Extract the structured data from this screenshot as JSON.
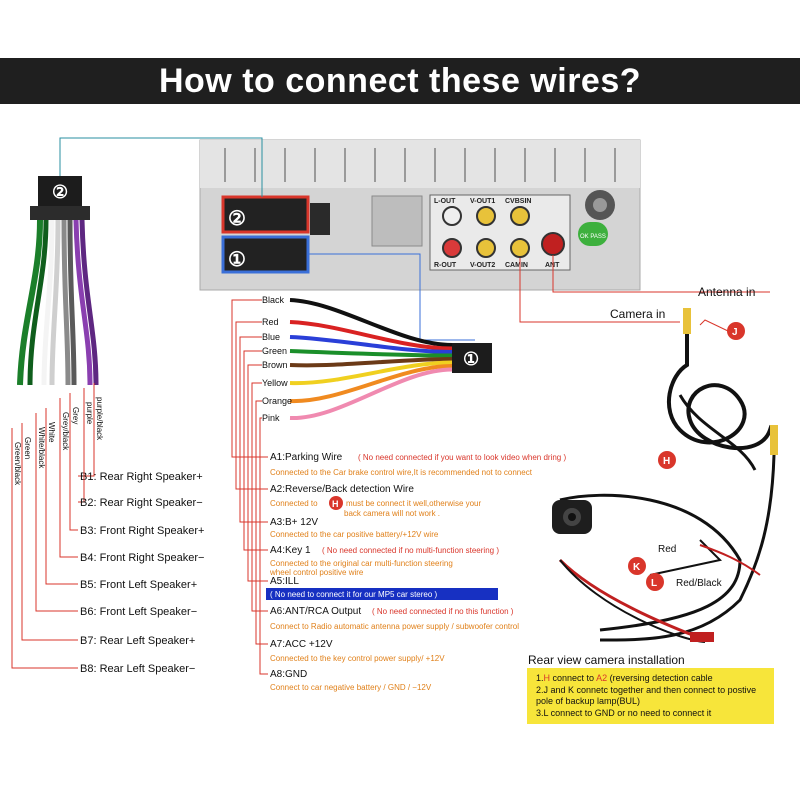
{
  "title": "How to connect these wires?",
  "head_unit": {
    "connector_2": "②",
    "connector_1": "①",
    "ports_top": [
      "L-OUT",
      "V-OUT1",
      "CVBSIN"
    ],
    "ports_bottom": [
      "R-OUT",
      "V-OUT2",
      "CAMIN",
      "ANT"
    ],
    "badge": "OK PASS"
  },
  "left_harness": {
    "plug": "②",
    "wire_labels": [
      "purple/black",
      "purple",
      "Grey",
      "Grey/black",
      "White",
      "White/black",
      "Green",
      "Green/black"
    ],
    "pins": [
      {
        "code": "B1",
        "desc": "Rear Right Speaker+"
      },
      {
        "code": "B2",
        "desc": "Rear Right Speaker−"
      },
      {
        "code": "B3",
        "desc": "Front Right Speaker+"
      },
      {
        "code": "B4",
        "desc": "Front Right Speaker−"
      },
      {
        "code": "B5",
        "desc": "Front Left Speaker+"
      },
      {
        "code": "B6",
        "desc": "Front Left  Speaker−"
      },
      {
        "code": "B7",
        "desc": "Rear Left Speaker+"
      },
      {
        "code": "B8",
        "desc": "Rear Left Speaker−"
      }
    ]
  },
  "right_harness": {
    "plug": "①",
    "wire_colors": [
      "Black",
      "Red",
      "Blue",
      "Green",
      "Brown",
      "Yellow",
      "Orange",
      "Pink"
    ],
    "pins": [
      {
        "label": "A1:Parking Wire",
        "note": "( No need connected if you want to look video when dring )",
        "desc": "Connected to the Car brake control wire,It is recommended not to connect"
      },
      {
        "label": "A2:Reverse/Back detection Wire",
        "desc_a": "Connected to",
        "marker": "H",
        "desc_b": "must be connect it well,otherwise your",
        "desc_c": "back camera will not work ."
      },
      {
        "label": "A3:B+ 12V",
        "desc": "Connected to the car positive battery/+12V  wire"
      },
      {
        "label": "A4:Key 1",
        "note": "( No need connected if no multi-function steering )",
        "desc": "Connected to the original car multi-function steering",
        "desc2": "wheel control positive wire"
      },
      {
        "label": "A5:ILL",
        "highlight": "( No need to connect it for our MP5 car stereo )"
      },
      {
        "label": "A6:ANT/RCA Output",
        "note": "( No need connected if no this function )",
        "desc": "Connect to Radio automatic antenna power supply / subwoofer control"
      },
      {
        "label": "A7:ACC +12V",
        "desc": "Connected to the key control power supply/ +12V"
      },
      {
        "label": "A8:GND",
        "desc": "Connect to car negative battery  / GND / −12V"
      }
    ]
  },
  "camera": {
    "antenna_label": "Antenna in",
    "camera_label": "Camera in",
    "markers": [
      "J",
      "H",
      "K",
      "L"
    ],
    "wire_red": "Red",
    "wire_red_black": "Red/Black",
    "install_title": "Rear view camera installation",
    "steps": [
      {
        "pre": "1.",
        "a": "H",
        "b": " connect to ",
        "c": "A2",
        "d": " (reversing detection cable"
      },
      {
        "text": "2.J and K connetc together and then connect to postive"
      },
      {
        "text": "   pole of backup lamp(BUL)"
      },
      {
        "text": "3.L connect to GND  or no need to connect it"
      }
    ]
  },
  "colors": {
    "accent_red": "#d9362b",
    "note_orange": "#e0801a",
    "highlight_blue": "#1730c2",
    "note_yellow": "#f7e53a"
  }
}
